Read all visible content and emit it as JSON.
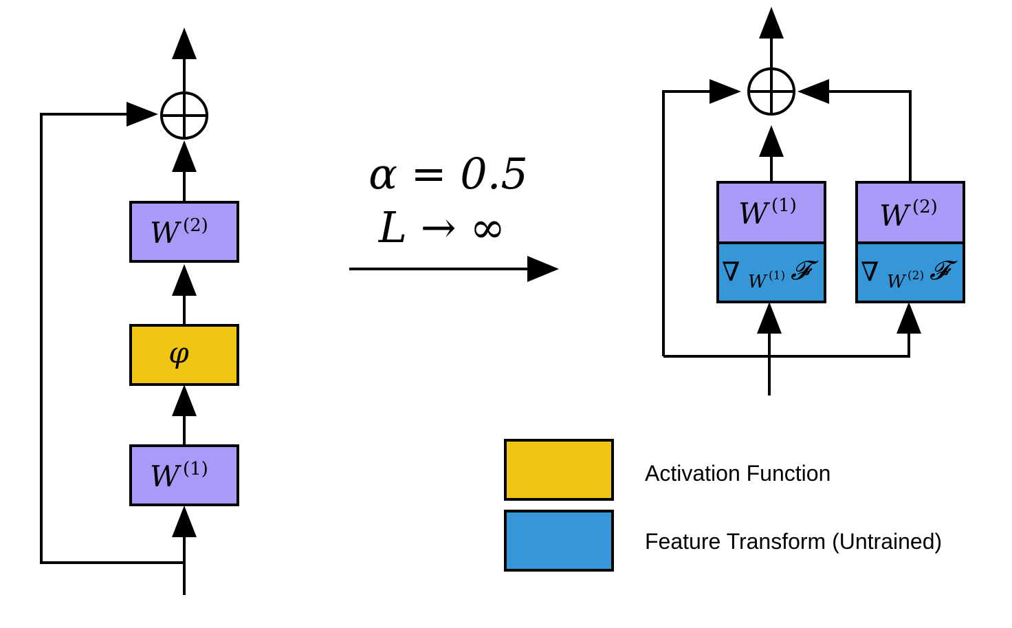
{
  "colors": {
    "weight_box": "#ab99f7",
    "activation_box": "#f0c412",
    "feature_box": "#3596d8",
    "line": "#000000"
  },
  "left_block": {
    "top_weight": {
      "base": "W",
      "superscript": "(2)"
    },
    "activation": {
      "symbol": "φ"
    },
    "bottom_weight": {
      "base": "W",
      "superscript": "(1)"
    }
  },
  "transition": {
    "line1": "α = 0.5",
    "line2": "L → ∞"
  },
  "right_block": {
    "weight1": {
      "base": "W",
      "superscript": "(1)"
    },
    "weight2": {
      "base": "W",
      "superscript": "(2)"
    },
    "grad1": {
      "nabla": "∇",
      "sub_base": "W",
      "sub_sup": "(1)",
      "functional": "𝓕"
    },
    "grad2": {
      "nabla": "∇",
      "sub_base": "W",
      "sub_sup": "(2)",
      "functional": "𝓕"
    }
  },
  "legend": {
    "items": [
      {
        "label": "Activation Function",
        "color_key": "activation_box"
      },
      {
        "label": "Feature Transform (Untrained)",
        "color_key": "feature_box"
      }
    ]
  }
}
